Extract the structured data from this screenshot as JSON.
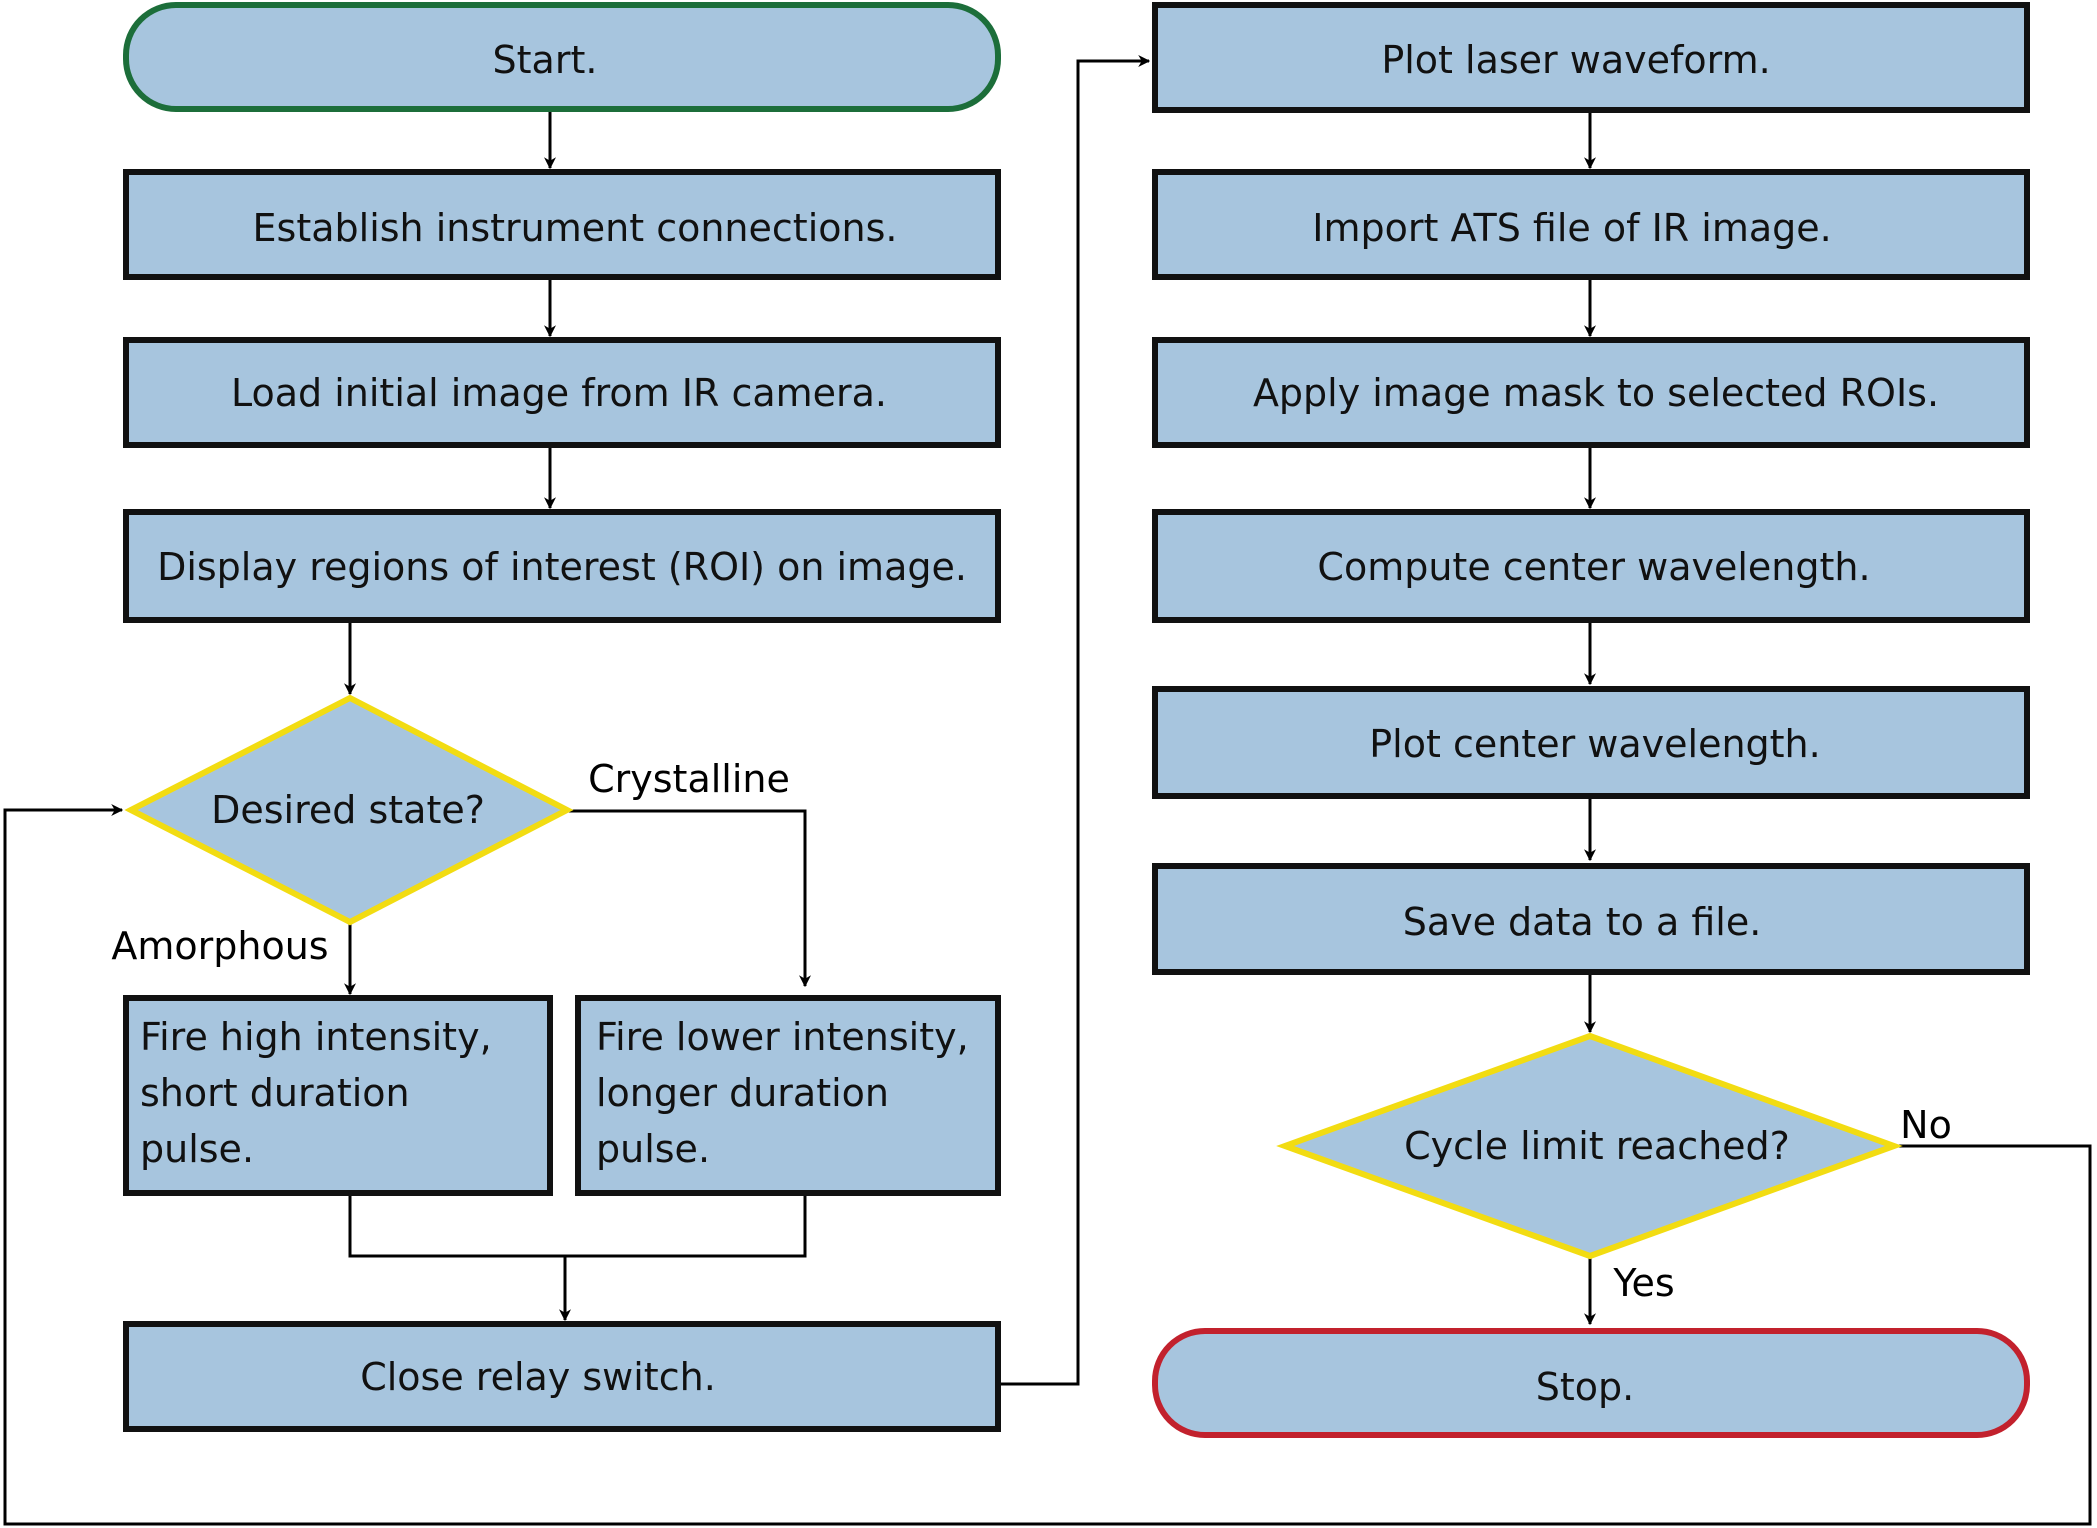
{
  "colors": {
    "box_fill": "#a7c5de",
    "process_border": "#111111",
    "decision_border": "#f2dc12",
    "start_border": "#1c6e3a",
    "stop_border": "#c2212d",
    "connector": "#000000"
  },
  "nodes": {
    "start": "Start.",
    "establish": "Establish instrument connections.",
    "load": "Load initial image from IR camera.",
    "display": "Display regions of  interest (ROI) on image.",
    "desired": "Desired state?",
    "fire_high": [
      "Fire high intensity,",
      "short duration",
      "pulse."
    ],
    "fire_low": [
      "Fire lower intensity,",
      "longer duration",
      "pulse."
    ],
    "close": "Close relay switch.",
    "plot_laser": "Plot laser waveform.",
    "import_ats": "Import ATS file of IR image.",
    "apply_mask": "Apply image mask to selected ROIs.",
    "compute": "Compute center wavelength.",
    "plot_center": "Plot center wavelength.",
    "save": "Save data to a file.",
    "cycle": "Cycle limit reached?",
    "stop": "Stop."
  },
  "edge_labels": {
    "crystalline": "Crystalline",
    "amorphous": "Amorphous",
    "no": "No",
    "yes": "Yes"
  }
}
